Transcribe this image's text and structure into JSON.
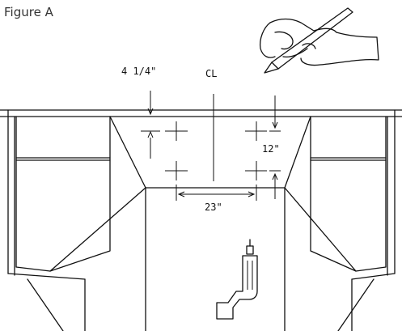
{
  "figure": {
    "title": "Figure A",
    "labels": {
      "offset_top": "4 1/4\"",
      "centerline": "CL",
      "vertical_spacing": "12\"",
      "horizontal_spacing": "23\""
    },
    "icons": [
      "hand-with-pencil-icon",
      "power-drill-icon"
    ]
  }
}
